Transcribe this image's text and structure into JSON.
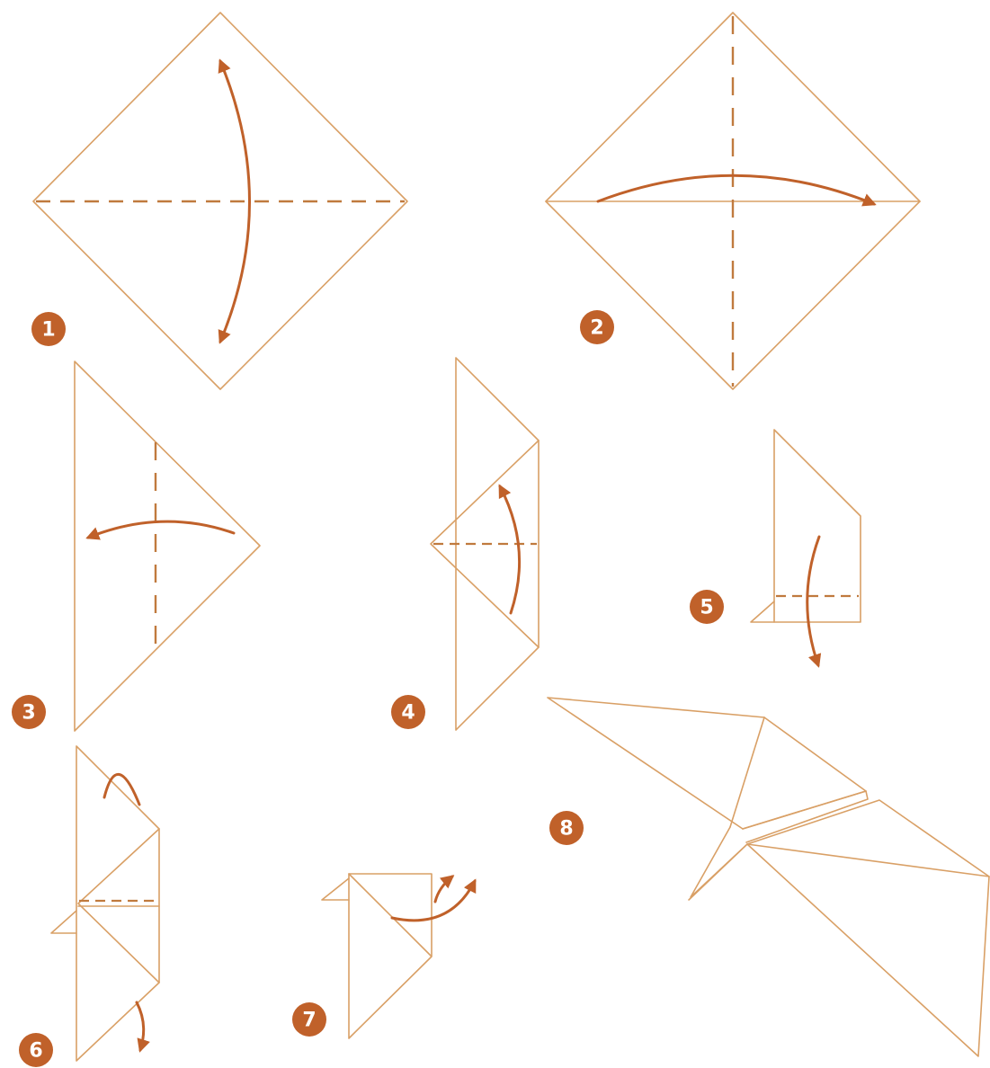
{
  "steps": [
    {
      "number": "1"
    },
    {
      "number": "2"
    },
    {
      "number": "3"
    },
    {
      "number": "4"
    },
    {
      "number": "5"
    },
    {
      "number": "6"
    },
    {
      "number": "7"
    },
    {
      "number": "8"
    }
  ],
  "colors": {
    "paper_line": "#d9a066",
    "fold_line": "#c07a3e",
    "arrow": "#c0612a",
    "badge": "#c0612a",
    "badge_text": "#ffffff",
    "background": "#ffffff"
  }
}
